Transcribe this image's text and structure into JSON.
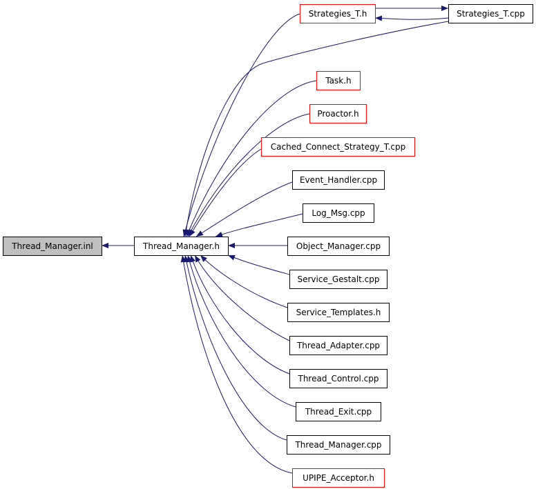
{
  "diagram": {
    "nodes": [
      {
        "id": "thread_manager_inl",
        "label": "Thread_Manager.inl",
        "style": "focus"
      },
      {
        "id": "thread_manager_h",
        "label": "Thread_Manager.h",
        "style": "normal"
      },
      {
        "id": "strategies_t_h",
        "label": "Strategies_T.h",
        "style": "truncated"
      },
      {
        "id": "strategies_t_cpp",
        "label": "Strategies_T.cpp",
        "style": "normal"
      },
      {
        "id": "task_h",
        "label": "Task.h",
        "style": "truncated"
      },
      {
        "id": "proactor_h",
        "label": "Proactor.h",
        "style": "truncated"
      },
      {
        "id": "cached_connect_strategy_t_cpp",
        "label": "Cached_Connect_Strategy_T.cpp",
        "style": "truncated"
      },
      {
        "id": "event_handler_cpp",
        "label": "Event_Handler.cpp",
        "style": "normal"
      },
      {
        "id": "log_msg_cpp",
        "label": "Log_Msg.cpp",
        "style": "normal"
      },
      {
        "id": "object_manager_cpp",
        "label": "Object_Manager.cpp",
        "style": "normal"
      },
      {
        "id": "service_gestalt_cpp",
        "label": "Service_Gestalt.cpp",
        "style": "normal"
      },
      {
        "id": "service_templates_h",
        "label": "Service_Templates.h",
        "style": "normal"
      },
      {
        "id": "thread_adapter_cpp",
        "label": "Thread_Adapter.cpp",
        "style": "normal"
      },
      {
        "id": "thread_control_cpp",
        "label": "Thread_Control.cpp",
        "style": "normal"
      },
      {
        "id": "thread_exit_cpp",
        "label": "Thread_Exit.cpp",
        "style": "normal"
      },
      {
        "id": "thread_manager_cpp",
        "label": "Thread_Manager.cpp",
        "style": "normal"
      },
      {
        "id": "upipe_acceptor_h",
        "label": "UPIPE_Acceptor.h",
        "style": "truncated"
      }
    ],
    "edges": [
      {
        "from": "thread_manager_h",
        "to": "thread_manager_inl"
      },
      {
        "from": "strategies_t_h",
        "to": "thread_manager_h"
      },
      {
        "from": "strategies_t_cpp",
        "to": "thread_manager_h"
      },
      {
        "from": "task_h",
        "to": "thread_manager_h"
      },
      {
        "from": "proactor_h",
        "to": "thread_manager_h"
      },
      {
        "from": "cached_connect_strategy_t_cpp",
        "to": "thread_manager_h"
      },
      {
        "from": "event_handler_cpp",
        "to": "thread_manager_h"
      },
      {
        "from": "log_msg_cpp",
        "to": "thread_manager_h"
      },
      {
        "from": "object_manager_cpp",
        "to": "thread_manager_h"
      },
      {
        "from": "service_gestalt_cpp",
        "to": "thread_manager_h"
      },
      {
        "from": "service_templates_h",
        "to": "thread_manager_h"
      },
      {
        "from": "thread_adapter_cpp",
        "to": "thread_manager_h"
      },
      {
        "from": "thread_control_cpp",
        "to": "thread_manager_h"
      },
      {
        "from": "thread_exit_cpp",
        "to": "thread_manager_h"
      },
      {
        "from": "thread_manager_cpp",
        "to": "thread_manager_h"
      },
      {
        "from": "upipe_acceptor_h",
        "to": "thread_manager_h"
      },
      {
        "from": "strategies_t_h",
        "to": "strategies_t_cpp"
      },
      {
        "from": "strategies_t_cpp",
        "to": "strategies_t_h"
      }
    ],
    "colors": {
      "edge": "#191970",
      "focus_fill": "#bfbfbf",
      "truncated_border": "#ff0000",
      "normal_border": "#000000"
    }
  }
}
